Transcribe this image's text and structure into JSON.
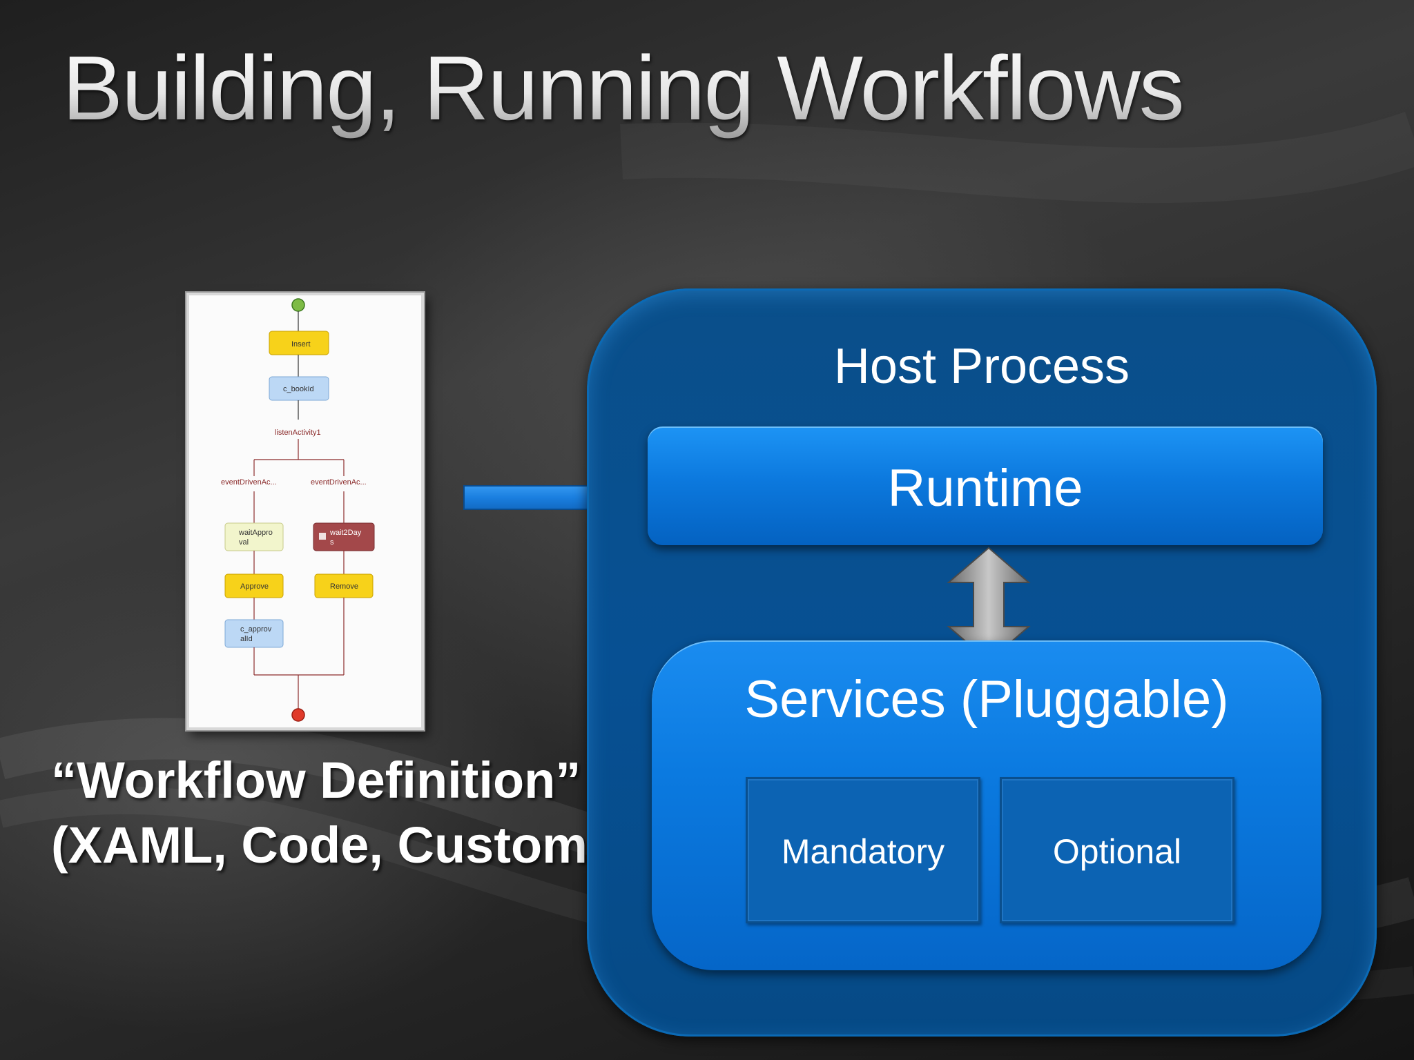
{
  "slide": {
    "title": "Building, Running Workflows"
  },
  "workflow_thumbnail": {
    "nodes": {
      "insert": "Insert",
      "c_bookid": "c_bookId",
      "listen": "listenActivity1",
      "event_left": "eventDrivenAc...",
      "event_right": "eventDrivenAc...",
      "wait_approval_1": "waitAppro",
      "wait_approval_2": "val",
      "wait2days_1": "wait2Day",
      "wait2days_2": "s",
      "approve": "Approve",
      "remove": "Remove",
      "c_approv_1": "c_approv",
      "c_approv_2": "alId"
    }
  },
  "definition": {
    "line1": "“Workflow Definition”",
    "line2": "(XAML, Code, Custom)"
  },
  "host": {
    "title": "Host Process",
    "runtime": "Runtime",
    "services": "Services (Pluggable)",
    "mandatory": "Mandatory",
    "optional": "Optional"
  },
  "colors": {
    "host_blue": "#075093",
    "runtime_blue": "#0c79de",
    "arrow_blue": "#1a7fe0",
    "activity_yellow": "#f7d21a",
    "activity_blue": "#bcd8f5",
    "activity_maroon": "#a3484a"
  }
}
